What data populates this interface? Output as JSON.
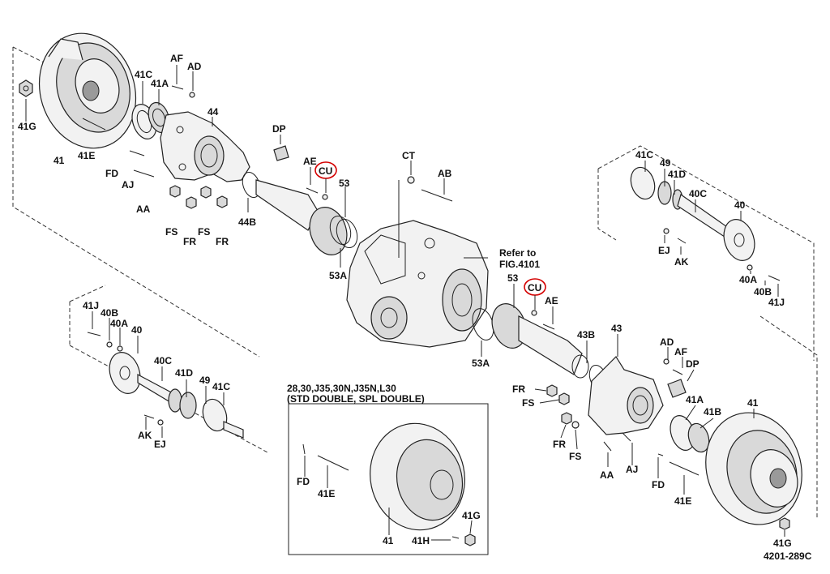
{
  "labels": {
    "l41_tl": "41",
    "l41G_tl": "41G",
    "l41E_tl": "41E",
    "l41C_tl": "41C",
    "l41A_tl": "41A",
    "lAF_tl": "AF",
    "lAD_tl": "AD",
    "l44": "44",
    "lFD_tl": "FD",
    "lAJ_tl": "AJ",
    "lAA_tl": "AA",
    "lFS_tl1": "FS",
    "lFR_tl1": "FR",
    "lFS_tl2": "FS",
    "lFR_tl2": "FR",
    "lDP_tl": "DP",
    "l44B": "44B",
    "lAE_t": "AE",
    "lCU_t": "CU",
    "l53_t": "53",
    "l53A_t": "53A",
    "lCT": "CT",
    "lAB": "AB",
    "lRefer": "Refer to",
    "lFig": "FIG.4101",
    "l53_c": "53",
    "lCU_c": "CU",
    "lAE_c": "AE",
    "l53A_c": "53A",
    "l43B": "43B",
    "l43": "43",
    "l41C_r": "41C",
    "l49_r": "49",
    "l41D_r": "41D",
    "l40C_r": "40C",
    "l40_r": "40",
    "lEJ_r": "EJ",
    "lAK_r": "AK",
    "l40A_r": "40A",
    "l40B_r": "40B",
    "l41J_r": "41J",
    "l41J_l": "41J",
    "l40B_l": "40B",
    "l40A_l": "40A",
    "l40_l": "40",
    "l40C_l": "40C",
    "l41D_l": "41D",
    "l49_l": "49",
    "l41C_l": "41C",
    "lAK_l": "AK",
    "lEJ_l": "EJ",
    "lAD_br": "AD",
    "lAF_br": "AF",
    "lDP_br": "DP",
    "lFR_br1": "FR",
    "lFS_br1": "FS",
    "l41A_br": "41A",
    "l41B_br": "41B",
    "l41_br": "41",
    "lFR_br2": "FR",
    "lFS_br2": "FS",
    "lAA_br": "AA",
    "lAJ_br": "AJ",
    "lFD_br": "FD",
    "l41E_br": "41E",
    "l41G_br": "41G",
    "lFD_box": "FD",
    "l41E_box": "41E",
    "l41_box": "41",
    "l41H_box": "41H",
    "l41G_box": "41G",
    "box_title1": "28,30,J35,30N,J35N,L30",
    "box_title2": "(STD DOUBLE, SPL DOUBLE)",
    "fig_number": "4201-289C"
  },
  "highlight_color": "#d40000",
  "line_color": "#222222"
}
